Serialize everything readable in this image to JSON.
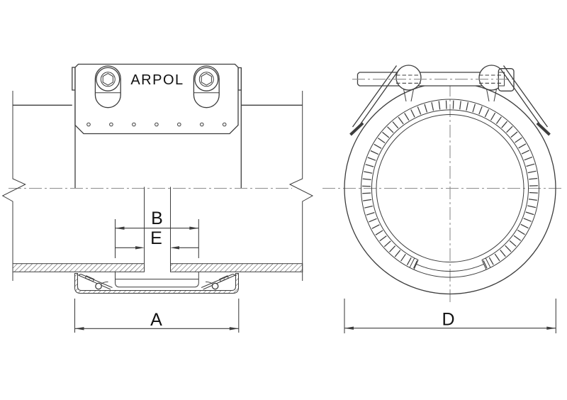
{
  "drawing": {
    "brand_label": "ARPOL",
    "views": [
      {
        "id": "side-view"
      },
      {
        "id": "end-view"
      }
    ],
    "dimension_labels": {
      "overall_width": "A",
      "gasket_width": "B",
      "pipe_gap": "E",
      "outer_diameter": "D"
    }
  },
  "colors": {
    "background": "#ffffff",
    "line": "#3d3d3d",
    "centerline": "#8c8c8c",
    "text": "#111111"
  }
}
